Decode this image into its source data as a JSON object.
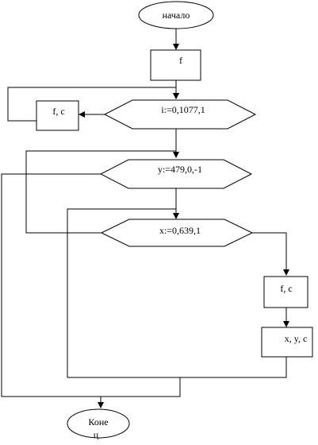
{
  "diagram": {
    "start_label": "начало",
    "box_f_label": "f",
    "box_fc_left_label": "f, c",
    "loop_i_label": "i:=0,1077,1",
    "loop_y_label": "y:=479,0,-1",
    "loop_x_label": "x:=0,639,1",
    "box_fc_right_label": "f, c",
    "box_xyc_label": "x, y, c",
    "end_label_line1": "Коне",
    "end_label_line2": "ц"
  },
  "colors": {
    "stroke": "#000000",
    "fill": "#ffffff"
  }
}
